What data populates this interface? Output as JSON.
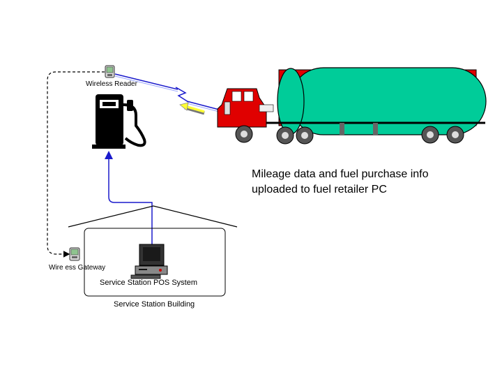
{
  "labels": {
    "wireless_reader": "Wireless Reader",
    "wireless_gateway": "Wire ess Gateway",
    "pos_system": "Service Station POS System",
    "building": "Service Station Building"
  },
  "caption": {
    "line1": "Mileage data and fuel purchase info",
    "line2": "uploaded to fuel retailer PC"
  },
  "colors": {
    "tanker_body": "#00cc99",
    "truck_cab": "#e00000",
    "pump": "#000000",
    "signal_link": "#0000aa",
    "data_arrow": "#ffff00"
  }
}
